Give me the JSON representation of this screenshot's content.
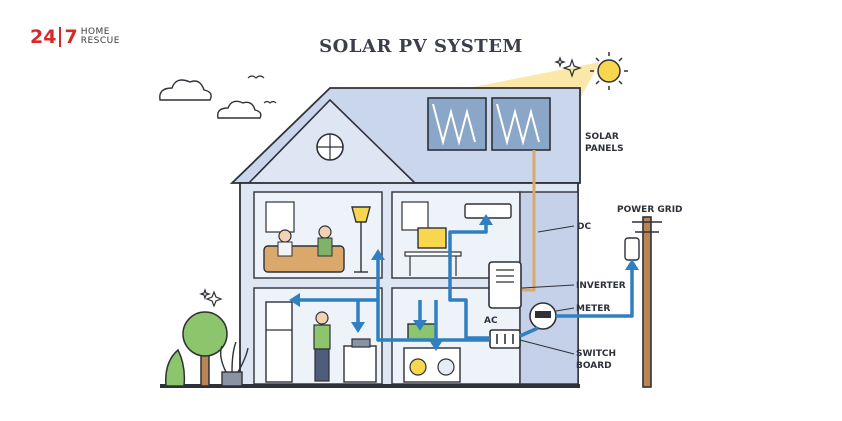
{
  "logo": {
    "number_left": "24",
    "number_right": "7",
    "word_top": "HOME",
    "word_bottom": "RESCUE"
  },
  "title": "SOLAR PV SYSTEM",
  "labels": {
    "solar_panels_1": "SOLAR",
    "solar_panels_2": "PANELS",
    "power_grid": "POWER GRID",
    "dc": "DC",
    "inverter": "INVERTER",
    "meter": "METER",
    "ac": "AC",
    "switch_board_1": "SWITCH",
    "switch_board_2": "BOARD"
  },
  "colors": {
    "outline": "#2e3138",
    "house_wall": "#dfe6f3",
    "roof": "#c9d6ec",
    "interior": "#eef2f9",
    "flow": "#2f7fc1",
    "sun": "#f8d64e",
    "beam": "#fbe6a0",
    "brand_red": "#d42a2a"
  }
}
